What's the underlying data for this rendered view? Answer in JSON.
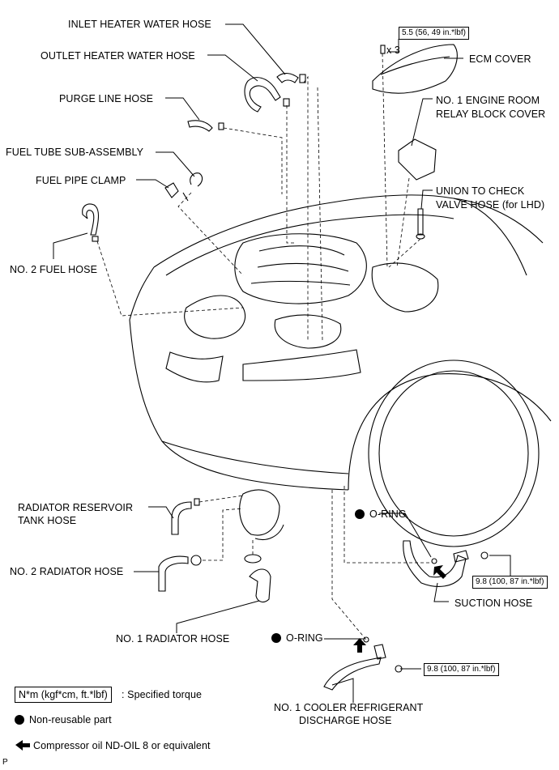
{
  "labels": {
    "inlet_heater_water_hose": "INLET HEATER WATER HOSE",
    "outlet_heater_water_hose": "OUTLET HEATER WATER HOSE",
    "purge_line_hose": "PURGE LINE HOSE",
    "fuel_tube_sub_assembly": "FUEL TUBE SUB-ASSEMBLY",
    "fuel_pipe_clamp": "FUEL PIPE CLAMP",
    "no2_fuel_hose": "NO. 2 FUEL HOSE",
    "ecm_cover": "ECM COVER",
    "relay_block_cover_line1": "NO. 1 ENGINE ROOM",
    "relay_block_cover_line2": "RELAY BLOCK COVER",
    "union_hose_line1": "UNION TO CHECK",
    "union_hose_line2": "VALVE HOSE (for LHD)",
    "radiator_reservoir_line1": "RADIATOR RESERVOIR",
    "radiator_reservoir_line2": "TANK HOSE",
    "no2_radiator_hose": "NO. 2 RADIATOR HOSE",
    "no1_radiator_hose": "NO. 1 RADIATOR HOSE",
    "o_ring_top": "O-RING",
    "o_ring_bottom": "O-RING",
    "suction_hose": "SUCTION HOSE",
    "discharge_hose_line1": "NO. 1 COOLER REFRIGERANT",
    "discharge_hose_line2": "DISCHARGE HOSE",
    "ecm_bolt_count": "x 3"
  },
  "torques": {
    "ecm_cover": "5.5 (56, 49 in.*lbf)",
    "suction_hose": "9.8 (100, 87 in.*lbf)",
    "discharge_hose": "9.8 (100, 87 in.*lbf)"
  },
  "legend": {
    "torque_unit": "N*m (kgf*cm, ft.*lbf)",
    "torque_desc": ": Specified torque",
    "non_reusable": "Non-reusable part",
    "compressor_oil": "Compressor oil ND-OIL 8 or equivalent"
  },
  "footer_code": "P"
}
